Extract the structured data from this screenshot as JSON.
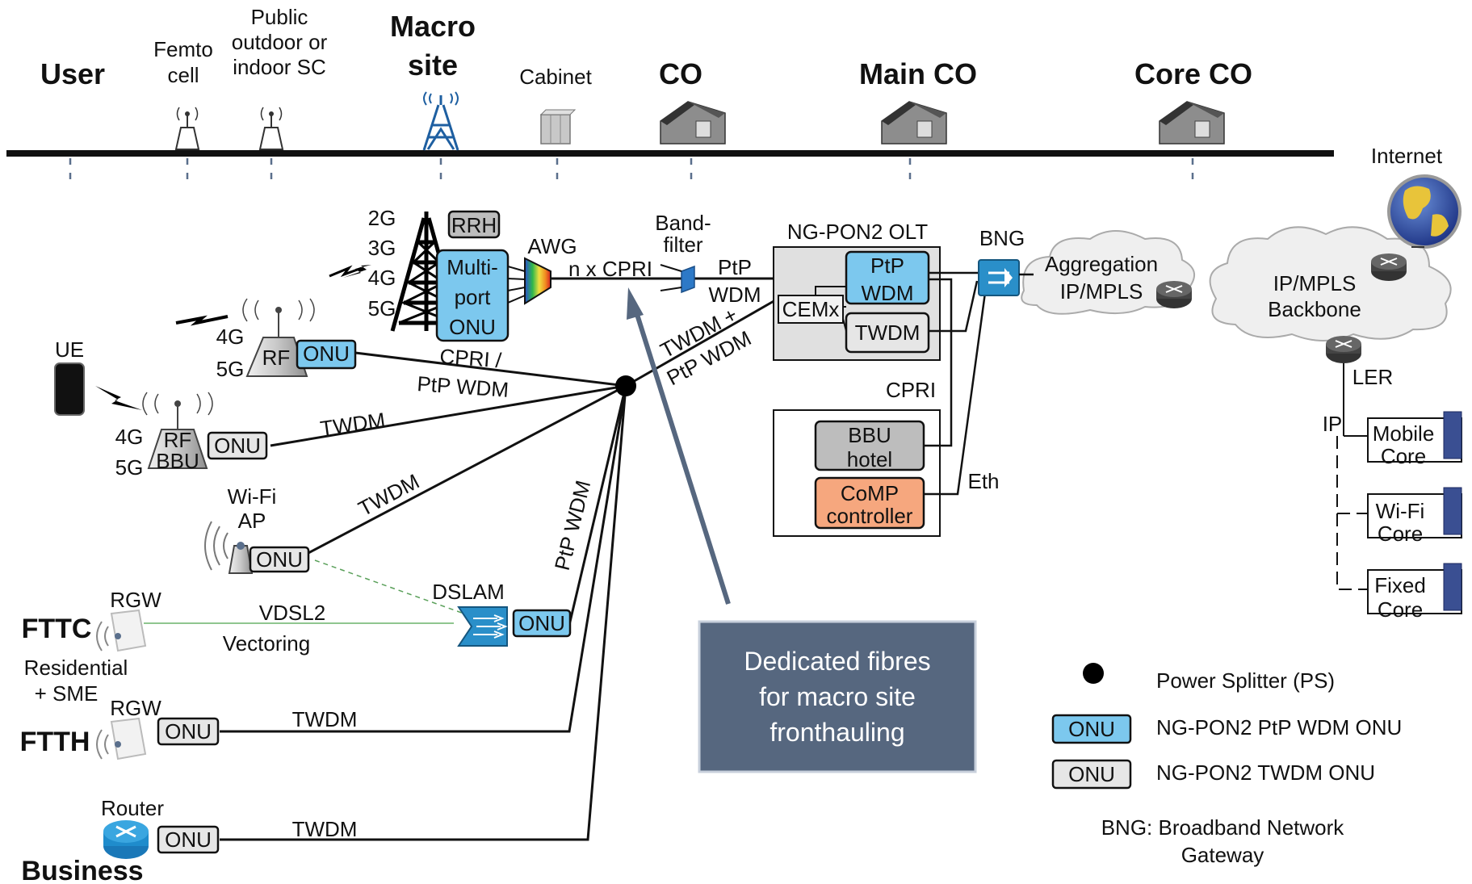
{
  "timeline": {
    "user": "User",
    "femto": [
      "Femto",
      "cell"
    ],
    "public_sc": [
      "Public",
      "outdoor or",
      "indoor SC"
    ],
    "macro": [
      "Macro",
      "site"
    ],
    "cabinet": "Cabinet",
    "co": "CO",
    "main_co": "Main CO",
    "core_co": "Core CO"
  },
  "macro_site": {
    "gens": [
      "2G",
      "3G",
      "4G",
      "5G"
    ],
    "rrh": "RRH",
    "onu": [
      "Multi-",
      "port",
      "ONU"
    ],
    "awg": "AWG",
    "cpri": "n x CPRI",
    "bandfilter": [
      "Band-",
      "filter"
    ],
    "ptp_wdm": [
      "PtP",
      "WDM"
    ],
    "twdm_ptp": [
      "TWDM +",
      "PtP WDM"
    ]
  },
  "olt": {
    "title": "NG-PON2 OLT",
    "ptp": [
      "PtP",
      "WDM"
    ],
    "cemx": "CEMx",
    "twdm": "TWDM",
    "bng": "BNG",
    "cpri": "CPRI",
    "bbu": [
      "BBU",
      "hotel"
    ],
    "comp": [
      "CoMP",
      "controller"
    ],
    "eth": "Eth"
  },
  "clouds": {
    "aggregation": [
      "Aggregation",
      "IP/MPLS"
    ],
    "backbone": [
      "IP/MPLS",
      "Backbone"
    ],
    "internet": "Internet",
    "ler": "LER",
    "ip": "IP",
    "cores": [
      [
        "Mobile",
        "Core"
      ],
      [
        "Wi-Fi",
        "Core"
      ],
      [
        "Fixed",
        "Core"
      ]
    ]
  },
  "access": {
    "ue": "UE",
    "rf1": "RF",
    "gen1": [
      "4G",
      "5G"
    ],
    "onu": "ONU",
    "cpri_ptp": [
      "CPRI /",
      "PtP WDM"
    ],
    "rf2": [
      "RF",
      "BBU"
    ],
    "gen2": [
      "4G",
      "5G"
    ],
    "twdm": "TWDM",
    "wifi_ap": [
      "Wi-Fi",
      "AP"
    ],
    "dslam": "DSLAM",
    "ptp_wdm": "PtP WDM",
    "rgw": "RGW",
    "fttc": "FTTC",
    "vdsl": [
      "VDSL2",
      "Vectoring"
    ],
    "residential": [
      "Residential",
      "+ SME"
    ],
    "ftth": "FTTH",
    "router": "Router",
    "business": "Business"
  },
  "callout": [
    "Dedicated fibres",
    "for macro site",
    "fronthauling"
  ],
  "legend": {
    "ps": "Power Splitter (PS)",
    "onu": "ONU",
    "ptp_onu": "NG-PON2 PtP WDM ONU",
    "twdm_onu": "NG-PON2 TWDM ONU",
    "bng_note": [
      "BNG: Broadband Network",
      "Gateway"
    ]
  },
  "colors": {
    "onu_blue": "#7cc8ee",
    "onu_gray": "#e6e6e6",
    "box_gray": "#bdbdbd",
    "comp_orange": "#f6a77e",
    "callout": "#56677f",
    "tower": "#1e5fa1"
  }
}
